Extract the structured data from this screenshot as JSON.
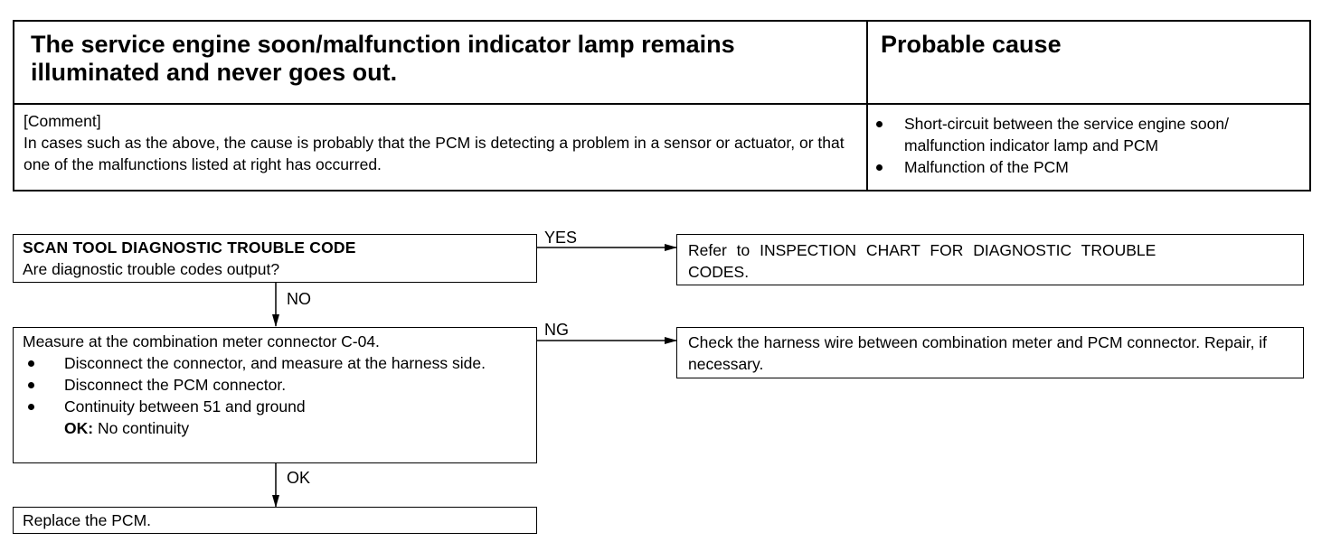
{
  "header": {
    "symptom": "The service engine soon/malfunction indicator lamp remains illuminated and never goes out.",
    "cause_heading": "Probable cause",
    "comment_label": "[Comment]",
    "comment_text": "In cases such as the above, the cause is probably that the PCM is detecting a problem in a sensor or actuator, or that one of the malfunctions listed at right has occurred.",
    "causes": [
      "Short-circuit between the service engine soon/ malfunction indicator lamp and PCM",
      "Malfunction of the PCM"
    ]
  },
  "flow": {
    "step1": {
      "title": "SCAN TOOL DIAGNOSTIC TROUBLE CODE",
      "question": "Are diagnostic trouble codes output?"
    },
    "yes_label": "YES",
    "yes_result": "Refer to INSPECTION CHART FOR DIAGNOSTIC TROUBLE CODES.",
    "no_label": "NO",
    "step2": {
      "intro": "Measure at the combination meter connector C-04.",
      "bullets": [
        "Disconnect the connector, and measure at the harness side.",
        "Disconnect the PCM connector.",
        "Continuity between 51 and ground"
      ],
      "ok_label": "OK:",
      "ok_value": "No continuity"
    },
    "ng_label": "NG",
    "ng_result": "Check the harness wire between combination meter and PCM connector. Repair, if necessary.",
    "ok_arrow_label": "OK",
    "step3": "Replace the PCM."
  }
}
